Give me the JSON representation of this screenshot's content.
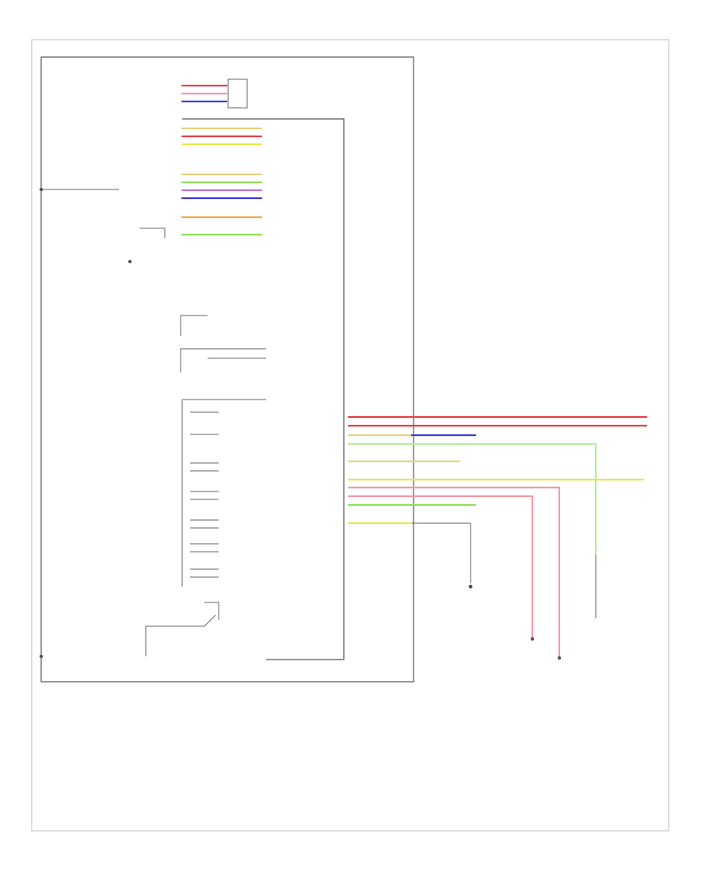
{
  "document": {
    "footer_code": "",
    "component_title": "",
    "module_label": "",
    "tag_label": "",
    "sensor_labels": []
  },
  "colors": {
    "red": "#e8404a",
    "pink": "#f29aa6",
    "blue": "#3a3ae6",
    "yellow": "#e8e84a",
    "green": "#8ee05a",
    "lightgreen": "#b6ee9a",
    "orange": "#f0a850",
    "tan": "#e6d27a",
    "violet": "#b07ae0",
    "gray": "#9a9a9a",
    "black": "#444444"
  },
  "wires": [
    {
      "id": "top-red-1",
      "color": "red"
    },
    {
      "id": "top-blue-1",
      "color": "blue"
    },
    {
      "id": "mid-red-1",
      "color": "red"
    },
    {
      "id": "mid-yellow-1",
      "color": "yellow"
    },
    {
      "id": "ts-green",
      "color": "green"
    },
    {
      "id": "ts-tan",
      "color": "tan"
    },
    {
      "id": "ts-blue",
      "color": "blue"
    },
    {
      "id": "ts-violet",
      "color": "violet"
    },
    {
      "id": "orange-wire",
      "color": "orange"
    },
    {
      "id": "green-wire",
      "color": "green"
    },
    {
      "id": "out-red-1",
      "color": "red"
    },
    {
      "id": "out-red-2",
      "color": "red"
    },
    {
      "id": "out-blue",
      "color": "blue"
    },
    {
      "id": "out-lightgreen",
      "color": "lightgreen"
    },
    {
      "id": "out-yellow",
      "color": "yellow"
    },
    {
      "id": "out-pink-1",
      "color": "pink"
    },
    {
      "id": "out-pink-2",
      "color": "pink"
    },
    {
      "id": "out-green",
      "color": "green"
    }
  ]
}
